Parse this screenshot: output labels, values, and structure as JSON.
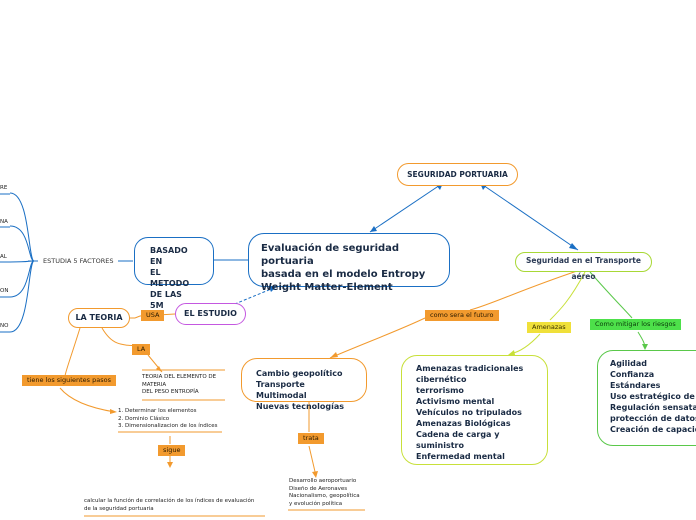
{
  "nodes": {
    "seguridad_portuaria": "SEGURIDAD PORTUARIA",
    "evaluacion": [
      "Evaluación de seguridad portuaria",
      "basada en el modelo Entropy",
      "Weight Matter-Element"
    ],
    "basado": [
      "BASADO EN",
      "EL METODO",
      "DE LAS 5M"
    ],
    "estudio": "EL ESTUDIO",
    "teoria": "LA TEORIA",
    "transporte": "Seguridad en el Transporte aéreo",
    "cambio": [
      "Cambio geopolítico",
      "Transporte Multimodal",
      "Nuevas tecnologías"
    ],
    "amenazas_list": [
      "Amenazas tradicionales",
      "cibernético",
      "terrorismo",
      "Activismo mental",
      "Vehículos no tripulados",
      "Amenazas Biológicas",
      "Cadena de carga y suministro",
      "Enfermedad mental"
    ],
    "mitigar_list": [
      "Agilidad",
      "Confianza",
      "Estándares",
      "Uso estratégico de los",
      "Regulación sensata",
      "protección de datos",
      "Creación de capacidad"
    ]
  },
  "tags": {
    "estudia_factores": "ESTUDIA 5 FACTORES",
    "usa": "USA",
    "la": "LA",
    "tiene": "tiene los siguientes pasos",
    "sigue": "sigue",
    "futuro": "como sera el futuro",
    "amenazas": "Amenazas",
    "como_mitigar": "Como mitigar los riesgos",
    "trata": "trata"
  },
  "texts": {
    "teoria_detail": [
      "TEORIA DEL ELEMENTO DE",
      "MATERIA",
      "DEL PESO ENTROPÍA"
    ],
    "pasos": [
      "1. Determinar los elementos",
      "2. Dominio Clásico",
      "3. Dimensionalizacion de los índices"
    ],
    "calcular": [
      "calcular la función de correlación de los índices de evaluación",
      "de la seguridad portuaria"
    ],
    "trata_detail": [
      "Desarrollo aeroportuario",
      "Diseño de Aeronaves",
      "Nacionalismo, geopolítica",
      "y evolución política"
    ],
    "side_items": [
      "RE",
      "NA",
      "AL",
      "ON",
      "NO"
    ]
  }
}
